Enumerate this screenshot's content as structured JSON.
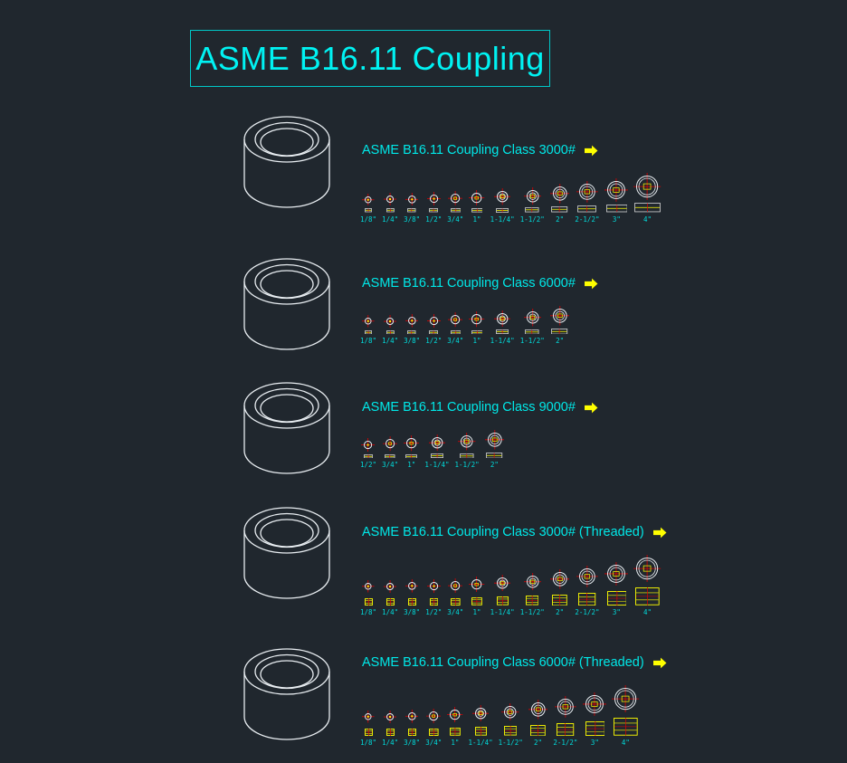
{
  "title": "ASME B16.11 Coupling",
  "colors": {
    "background": "#20272e",
    "cyan": "#00e8e8",
    "yellow": "#ffff00",
    "red": "#e00000",
    "white": "#e9eef2"
  },
  "icons": {
    "section_pointer": "yellow-right-block-arrow"
  },
  "sections": [
    {
      "label": "ASME B16.11 Coupling Class 3000#",
      "style": "socket",
      "sizes": [
        "1/8\"",
        "1/4\"",
        "3/8\"",
        "1/2\"",
        "3/4\"",
        "1\"",
        "1-1/4\"",
        "1-1/2\"",
        "2\"",
        "2-1/2\"",
        "3\"",
        "4\""
      ]
    },
    {
      "label": "ASME B16.11 Coupling Class 6000#",
      "style": "socket",
      "sizes": [
        "1/8\"",
        "1/4\"",
        "3/8\"",
        "1/2\"",
        "3/4\"",
        "1\"",
        "1-1/4\"",
        "1-1/2\"",
        "2\""
      ]
    },
    {
      "label": "ASME B16.11 Coupling Class 9000#",
      "style": "socket",
      "sizes": [
        "1/2\"",
        "3/4\"",
        "1\"",
        "1-1/4\"",
        "1-1/2\"",
        "2\""
      ]
    },
    {
      "label": "ASME B16.11 Coupling Class 3000# (Threaded)",
      "style": "threaded",
      "sizes": [
        "1/8\"",
        "1/4\"",
        "3/8\"",
        "1/2\"",
        "3/4\"",
        "1\"",
        "1-1/4\"",
        "1-1/2\"",
        "2\"",
        "2-1/2\"",
        "3\"",
        "4\""
      ]
    },
    {
      "label": "ASME B16.11 Coupling Class 6000# (Threaded)",
      "style": "threaded",
      "sizes": [
        "1/8\"",
        "1/4\"",
        "3/8\"",
        "3/4\"",
        "1\"",
        "1-1/4\"",
        "1-1/2\"",
        "2\"",
        "2-1/2\"",
        "3\"",
        "4\""
      ]
    }
  ]
}
